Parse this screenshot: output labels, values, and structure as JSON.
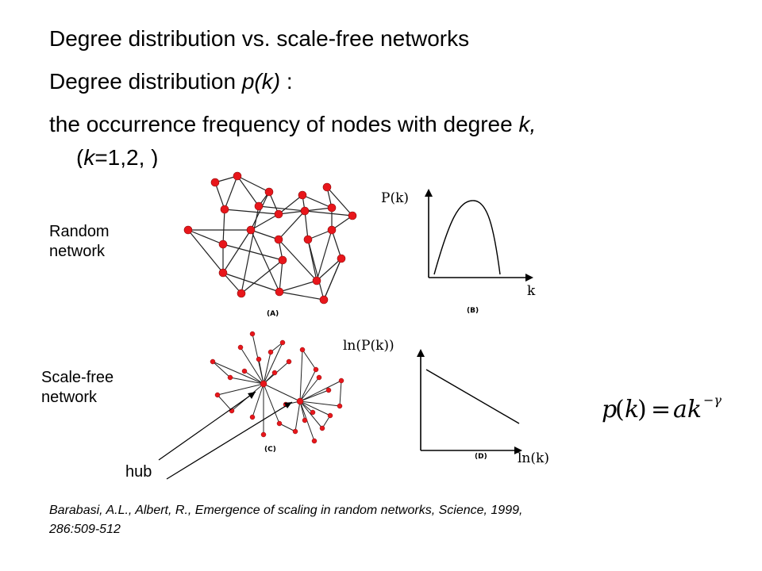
{
  "slide": {
    "line1": "Degree distribution vs. scale-free networks",
    "line2_prefix": "Degree distribution ",
    "line2_italic": "p(k)",
    "line2_suffix": " :",
    "line3_prefix": " the occurrence frequency of nodes with degree ",
    "line3_italic": "k,",
    "line4_prefix": "(",
    "line4_italic": "k",
    "line4_suffix": "=1,2,    )"
  },
  "labels": {
    "random_line1": "Random",
    "random_line2": "network",
    "scalefree_line1": "Scale-free",
    "scalefree_line2": "network",
    "hub": "hub"
  },
  "panels": {
    "a": "(A)",
    "b": "(B)",
    "c": "(C)",
    "d": "(D)"
  },
  "plots": {
    "b_ylabel": "P(k)",
    "b_xlabel": "k",
    "d_ylabel": "ln(P(k))",
    "d_xlabel": "ln(k)"
  },
  "formula": {
    "lhs": "p",
    "arg": "k",
    "rhs_a": "ak",
    "exponent": "−γ"
  },
  "citation": {
    "line1": "Barabasi, A.L., Albert, R., Emergence of scaling in random networks, Science, 1999,",
    "line2": "286:509-512"
  },
  "colors": {
    "node": "#e8161b",
    "edge": "#222222"
  }
}
